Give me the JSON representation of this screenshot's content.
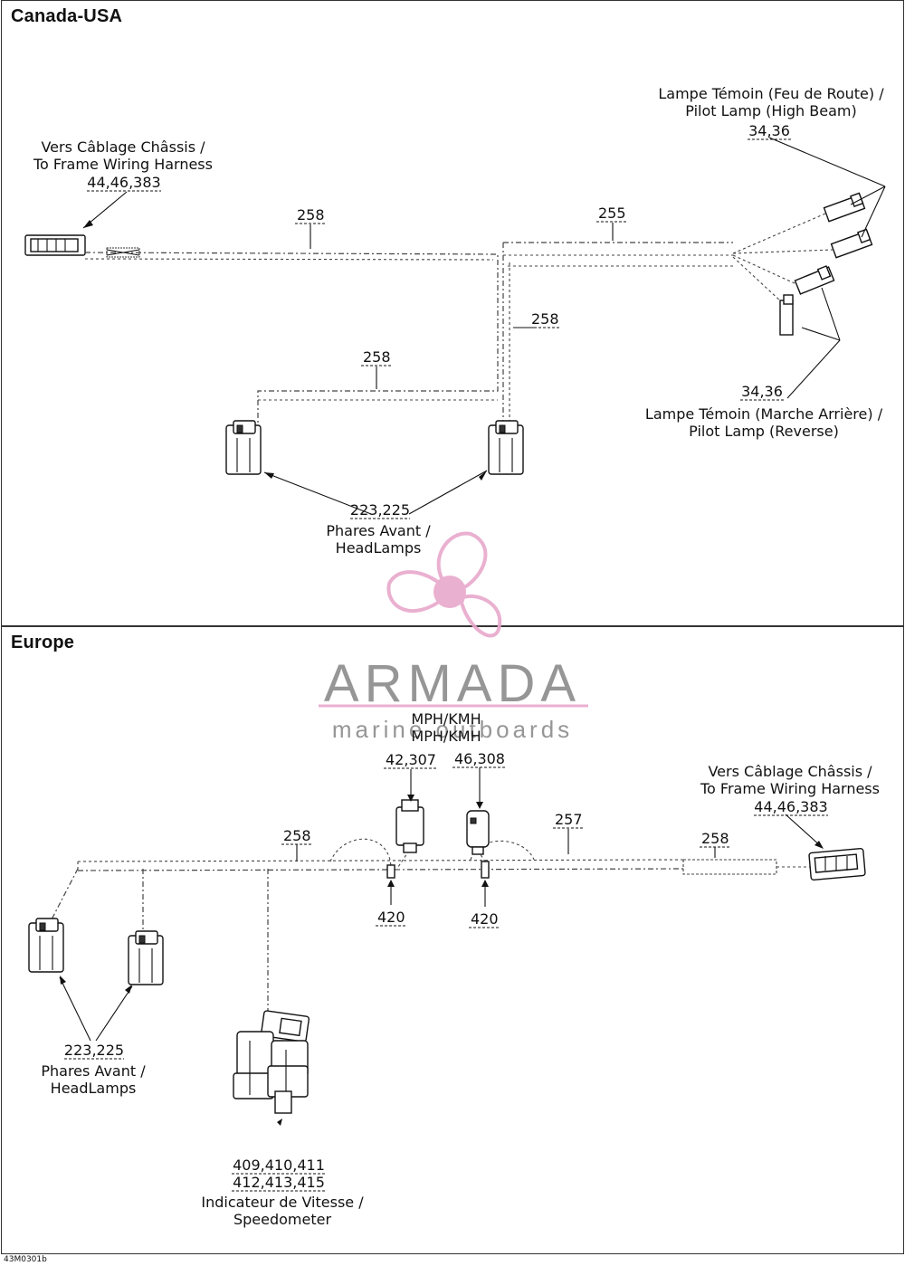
{
  "sections": {
    "top_title": "Canada-USA",
    "bottom_title": "Europe"
  },
  "top": {
    "frame_harness": {
      "line1": "Vers Câblage Châssis /",
      "line2": "To Frame Wiring Harness",
      "refs": "44,46,383"
    },
    "pilot_high": {
      "line1": "Lampe Témoin (Feu de Route) /",
      "line2": "Pilot Lamp (High Beam)",
      "refs": "34,36"
    },
    "pilot_reverse": {
      "refs": "34,36",
      "line1": "Lampe Témoin (Marche Arrière) /",
      "line2": "Pilot Lamp (Reverse)"
    },
    "headlamps": {
      "refs": "223,225",
      "line1": "Phares Avant /",
      "line2": "HeadLamps"
    },
    "callouts": {
      "c258_a": "258",
      "c255": "255",
      "c258_b": "258",
      "c258_c": "258"
    }
  },
  "bottom": {
    "speed_title1": "MPH/KMH",
    "speed_title2": "MPH/KMH",
    "sensor_a_refs": "42,307",
    "sensor_b_refs": "46,308",
    "frame_harness": {
      "line1": "Vers Câblage Châssis /",
      "line2": "To Frame Wiring Harness",
      "refs": "44,46,383"
    },
    "headlamps": {
      "refs": "223,225",
      "line1": "Phares Avant /",
      "line2": "HeadLamps"
    },
    "speedometer": {
      "refs1": "409,410,411",
      "refs2": "412,413,415",
      "line1": "Indicateur de Vitesse /",
      "line2": "Speedometer"
    },
    "callouts": {
      "c258_a": "258",
      "c257": "257",
      "c258_b": "258",
      "c420_a": "420",
      "c420_b": "420"
    }
  },
  "watermark": {
    "brand": "ARMADA",
    "tagline": "marine outboards",
    "accent_color": "#e8a8cc"
  },
  "footer_code": "43M0301b"
}
